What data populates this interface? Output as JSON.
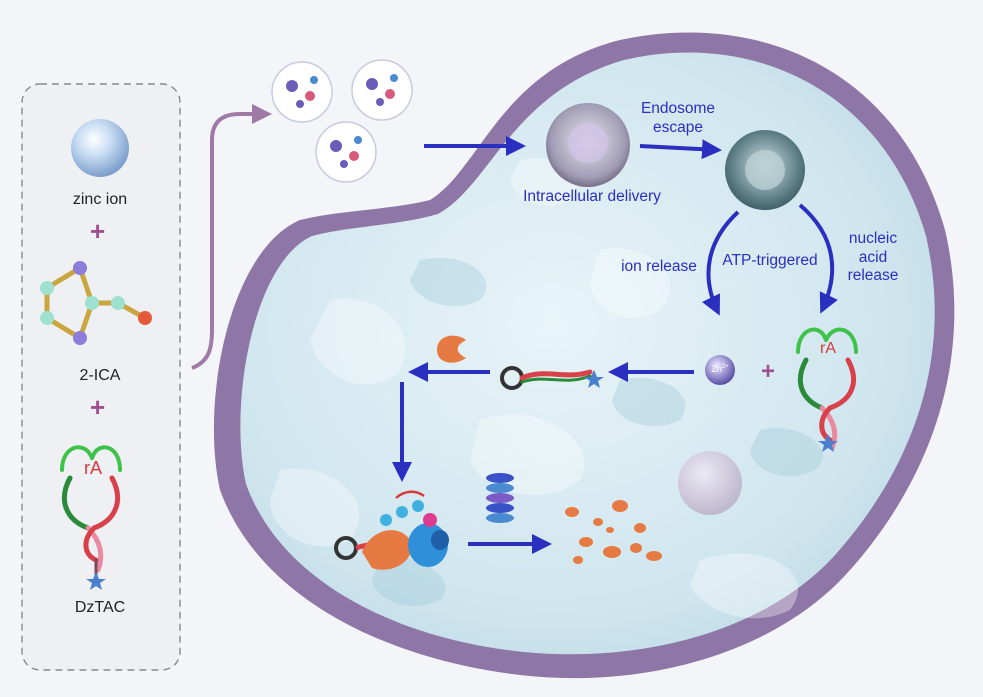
{
  "legend": {
    "zinc_label": "zinc ion",
    "ligand_label": "2-ICA",
    "dztac_label": "DzTAC",
    "plus": "+",
    "ra_label": "rA"
  },
  "steps": {
    "intracellular_delivery": "Intracellular delivery",
    "endosome_escape": "Endosome\nescape",
    "atp_triggered": "ATP-triggered",
    "ion_release": "ion release",
    "nucleic_acid_release": "nucleic\nacid\nrelease"
  },
  "zn_label": "Zn",
  "zn_charge": "2+",
  "colors": {
    "cell_membrane": "#8e76a6",
    "cytoplasm": "#cfe6ee",
    "arrow_blue": "#2a2fbf",
    "connector_purple": "#a07aa6",
    "plus_magenta": "#a04f90",
    "dna_green": "#3ec24a",
    "dna_red": "#d8404a",
    "dna_pink": "#e98aa0",
    "protein_orange": "#e77a42",
    "e3_blue": "#2f8fd8",
    "zinc_ion": "#b9d4f0"
  }
}
